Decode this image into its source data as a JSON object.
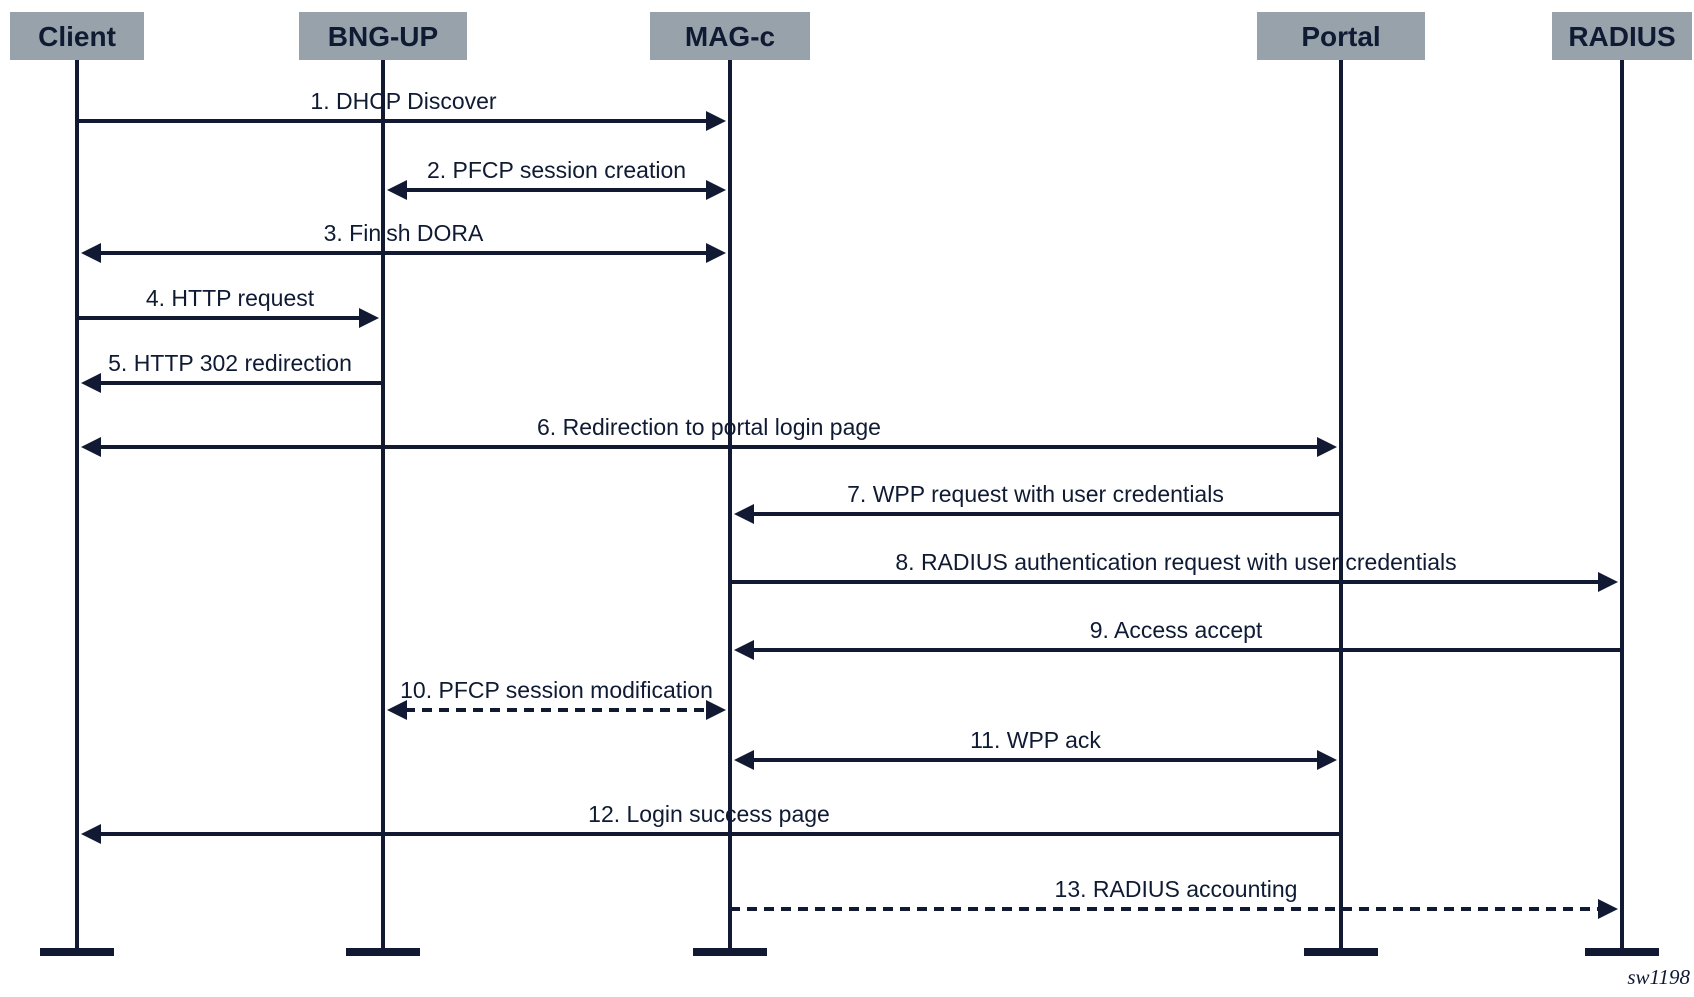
{
  "colors": {
    "line": "#121a33",
    "actor_box": "#98a2ab",
    "text": "#0f1a33",
    "background": "#ffffff"
  },
  "actors": [
    {
      "id": "client",
      "label": "Client"
    },
    {
      "id": "bng-up",
      "label": "BNG-UP"
    },
    {
      "id": "mag-c",
      "label": "MAG-c"
    },
    {
      "id": "portal",
      "label": "Portal"
    },
    {
      "id": "radius",
      "label": "RADIUS"
    }
  ],
  "messages": [
    {
      "label": "1. DHCP Discover",
      "from": "client",
      "to": "mag-c",
      "bidirectional": false,
      "dashed": false
    },
    {
      "label": "2. PFCP session creation",
      "from": "bng-up",
      "to": "mag-c",
      "bidirectional": true,
      "dashed": false
    },
    {
      "label": "3. Finish DORA",
      "from": "client",
      "to": "mag-c",
      "bidirectional": true,
      "dashed": false
    },
    {
      "label": "4. HTTP request",
      "from": "client",
      "to": "bng-up",
      "bidirectional": false,
      "dashed": false
    },
    {
      "label": "5. HTTP 302 redirection",
      "from": "bng-up",
      "to": "client",
      "bidirectional": false,
      "dashed": false
    },
    {
      "label": "6. Redirection to portal login page",
      "from": "client",
      "to": "portal",
      "bidirectional": true,
      "dashed": false
    },
    {
      "label": "7. WPP request with user credentials",
      "from": "portal",
      "to": "mag-c",
      "bidirectional": false,
      "dashed": false
    },
    {
      "label": "8. RADIUS authentication request with user credentials",
      "from": "mag-c",
      "to": "radius",
      "bidirectional": false,
      "dashed": false
    },
    {
      "label": "9. Access accept",
      "from": "radius",
      "to": "mag-c",
      "bidirectional": false,
      "dashed": false
    },
    {
      "label": "10. PFCP session modification",
      "from": "bng-up",
      "to": "mag-c",
      "bidirectional": true,
      "dashed": true
    },
    {
      "label": "11. WPP ack",
      "from": "mag-c",
      "to": "portal",
      "bidirectional": true,
      "dashed": false
    },
    {
      "label": "12. Login success page",
      "from": "portal",
      "to": "client",
      "bidirectional": false,
      "dashed": false
    },
    {
      "label": "13. RADIUS accounting",
      "from": "mag-c",
      "to": "radius",
      "bidirectional": false,
      "dashed": true
    }
  ],
  "figure_id": "sw1198"
}
